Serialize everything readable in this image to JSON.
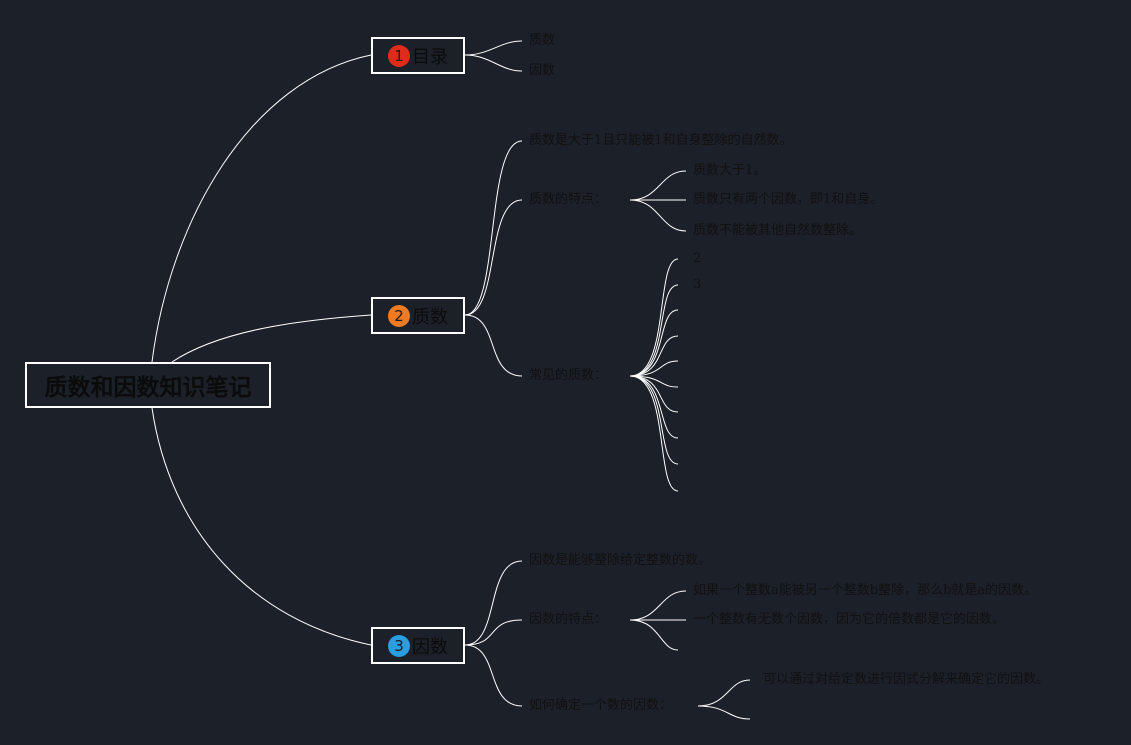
{
  "title": "质数和因数知识笔记",
  "colors": {
    "background": "#1c2029",
    "line": "#ffffff",
    "badge1": "#e02b1a",
    "badge2": "#ee7a22",
    "badge3": "#2a9ee0"
  },
  "branches": [
    {
      "number": "1",
      "label": "目录",
      "children": [
        "质数",
        "因数"
      ]
    },
    {
      "number": "2",
      "label": "质数",
      "definition": "质数是大于1且只能被1和自身整除的自然数。",
      "features_label": "质数的特点：",
      "features": [
        "质数大于1。",
        "质数只有两个因数，即1和自身。",
        "质数不能被其他自然数整除。"
      ],
      "common_label": "常见的质数：",
      "common": [
        "2",
        "3"
      ]
    },
    {
      "number": "3",
      "label": "因数",
      "definition": "因数是能够整除给定整数的数。",
      "features_label": "因数的特点：",
      "features": [
        "如果一个整数a能被另一个整数b整除，那么b就是a的因数。",
        "一个整数有无数个因数，因为它的倍数都是它的因数。"
      ],
      "how_label": "如何确定一个数的因数：",
      "how": [
        "可以通过对给定数进行因式分解来确定它的因数。"
      ]
    }
  ]
}
